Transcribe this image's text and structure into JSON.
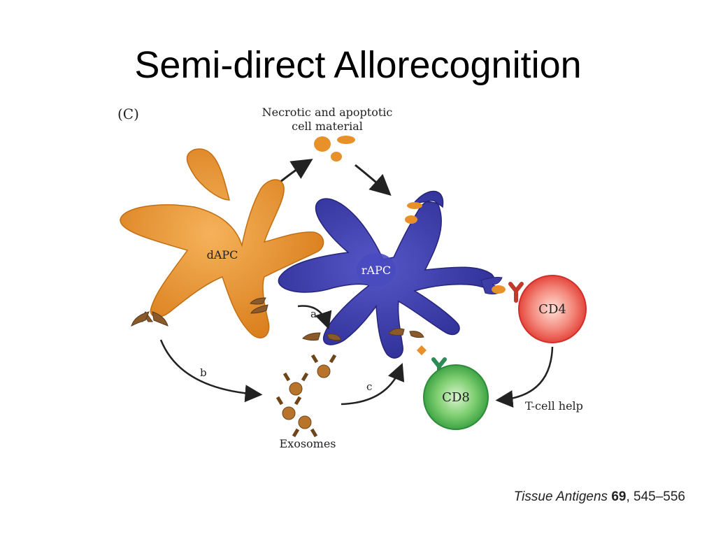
{
  "slide": {
    "title": "Semi-direct Allorecognition"
  },
  "figure": {
    "panel_label": "(C)",
    "necrotic_label_line1": "Necrotic and apoptotic",
    "necrotic_label_line2": "cell material",
    "dapc_label": "dAPC",
    "rapc_label": "rAPC",
    "cd4_label": "CD4",
    "cd8_label": "CD8",
    "arrow_a_label": "a",
    "arrow_b_label": "b",
    "arrow_c_label": "c",
    "tcell_help_label": "T-cell help",
    "exosomes_label": "Exosomes",
    "colors": {
      "donor_cell": "#E8902A",
      "recipient_cell": "#3D3DA8",
      "cd4_cell": "#E8423A",
      "cd8_cell": "#3EAA44",
      "receptor": "#8B5A2B",
      "tcr": "#2E8B57"
    }
  },
  "citation": {
    "journal": "Tissue Antigens",
    "volume": "69",
    "pages": ", 545–556"
  }
}
